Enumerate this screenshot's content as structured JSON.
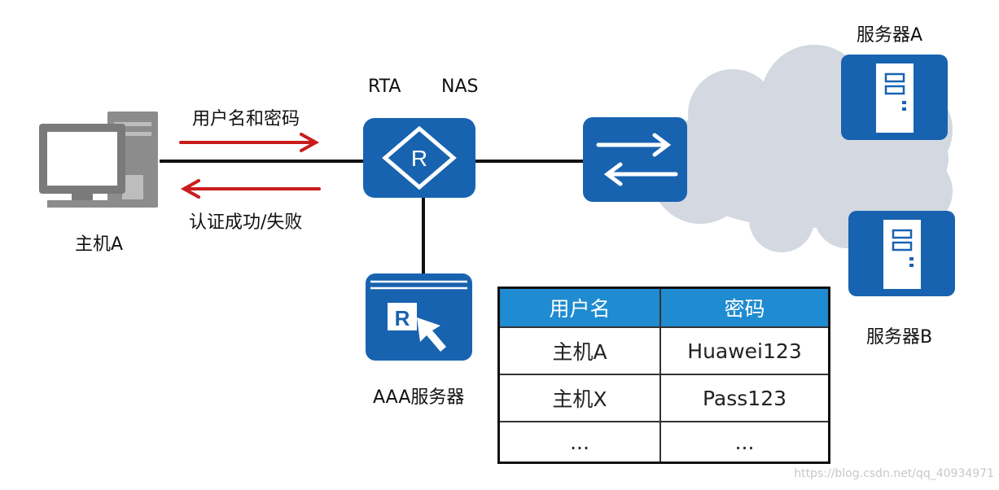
{
  "labels": {
    "host_a": "主机A",
    "request": "用户名和密码",
    "response": "认证成功/失败",
    "rta": "RTA",
    "nas": "NAS",
    "aaa_server": "AAA服务器",
    "server_a": "服务器A",
    "server_b": "服务器B"
  },
  "table": {
    "headers": [
      "用户名",
      "密码"
    ],
    "rows": [
      [
        "主机A",
        "Huawei123"
      ],
      [
        "主机X",
        "Pass123"
      ],
      [
        "...",
        "..."
      ]
    ]
  },
  "watermark": "https://blog.csdn.net/qq_40934971",
  "colors": {
    "device_blue": "#1863b0",
    "table_header": "#1f8bd0",
    "arrow_red": "#c91c1c",
    "cloud": "#d3d8e1",
    "computer_gray": "#8c8c8c"
  }
}
